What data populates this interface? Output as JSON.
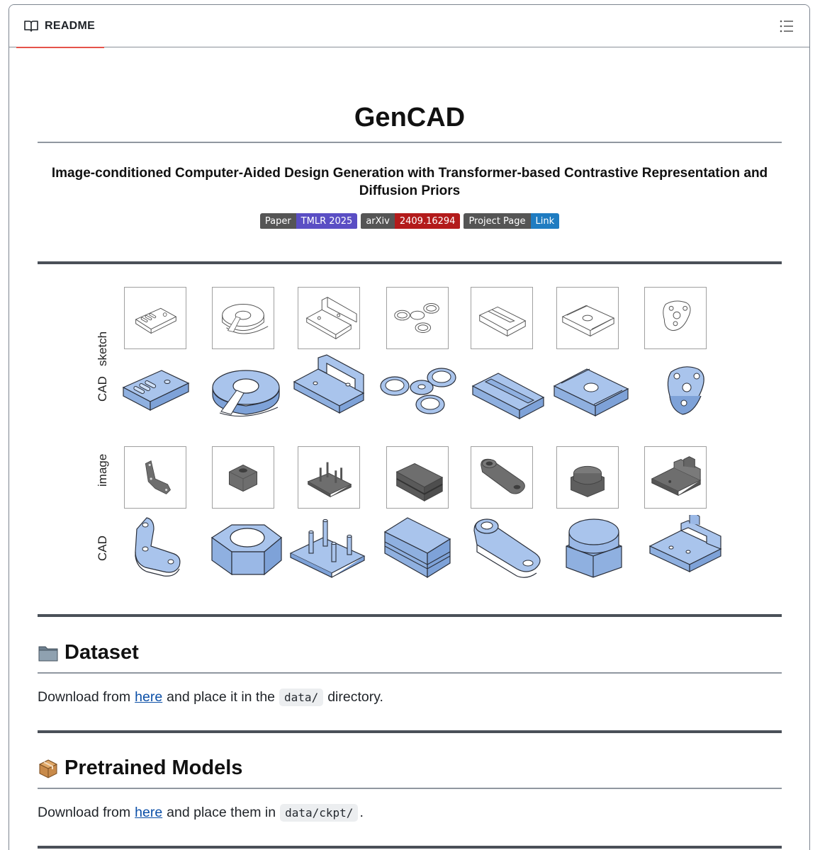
{
  "tab": {
    "label": "README",
    "icon": "book-icon"
  },
  "toc": {
    "icon": "list-icon"
  },
  "title": "GenCAD",
  "subtitle": "Image-conditioned Computer-Aided Design Generation with Transformer-based Contrastive Representation and Diffusion Priors",
  "badges": [
    {
      "left": "Paper",
      "right": "TMLR 2025",
      "color": "#5a4ec4"
    },
    {
      "left": "arXiv",
      "right": "2409.16294",
      "color": "#b31b1b"
    },
    {
      "left": "Project Page",
      "right": "Link",
      "color": "#1f7cc1"
    }
  ],
  "figure": {
    "row_labels": [
      "sketch",
      "CAD",
      "image",
      "CAD"
    ],
    "colors": {
      "cad_fill": "#a9c4ec",
      "cad_stroke": "#2a2f3a",
      "image_fill": "#6e6e6e"
    }
  },
  "sections": {
    "dataset": {
      "icon": "folder-icon",
      "heading": "Dataset",
      "text_before": "Download from",
      "link": "here",
      "text_mid": "and place it in the",
      "code": "data/",
      "text_after": "directory."
    },
    "models": {
      "icon": "package-icon",
      "heading": "Pretrained Models",
      "text_before": "Download from",
      "link": "here",
      "text_mid": "and place them in",
      "code": "data/ckpt/",
      "text_after": "."
    }
  }
}
